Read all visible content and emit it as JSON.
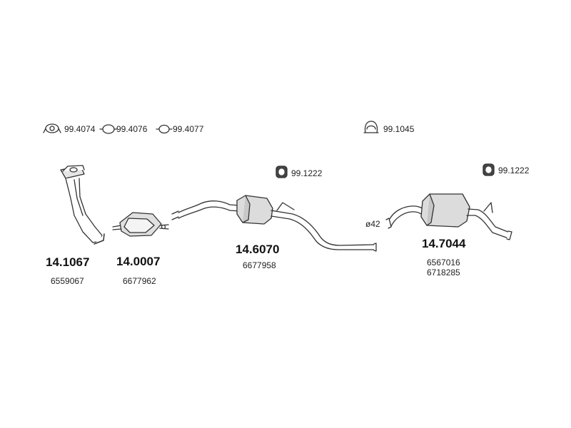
{
  "accessories": {
    "gasket_a": "99.4074",
    "gasket_b": "99.4076",
    "gasket_c": "99.4077",
    "clamp": "99.1045",
    "hanger_mid": "99.1222",
    "hanger_rear": "99.1222"
  },
  "parts": {
    "front_pipe": {
      "number": "14.1067",
      "oem": [
        "6559067"
      ]
    },
    "catalyst": {
      "number": "14.0007",
      "oem": [
        "6677962"
      ]
    },
    "middle_silencer": {
      "number": "14.6070",
      "oem": [
        "6677958"
      ]
    },
    "rear_silencer": {
      "number": "14.7044",
      "oem": [
        "6567016",
        "6718285"
      ]
    }
  },
  "diameter_label": "ø42",
  "colors": {
    "line": "#333333",
    "fill": "#e6e6e6",
    "shade": "#bdbdbd"
  }
}
